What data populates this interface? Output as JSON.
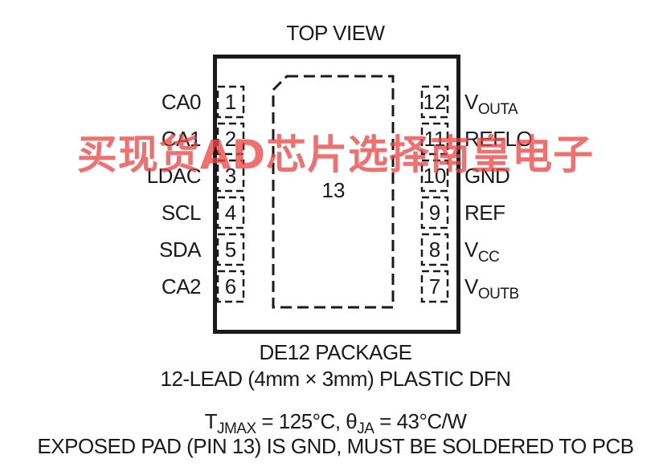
{
  "header": {
    "title": "TOP VIEW"
  },
  "package": {
    "exposed_pad_pin": "13",
    "left_pins": [
      {
        "number": "1",
        "label": "CA0"
      },
      {
        "number": "2",
        "label": "CA1"
      },
      {
        "number": "3",
        "label": "LDAC"
      },
      {
        "number": "4",
        "label": "SCL"
      },
      {
        "number": "5",
        "label": "SDA"
      },
      {
        "number": "6",
        "label": "CA2"
      }
    ],
    "right_pins": [
      {
        "number": "12",
        "label_main": "V",
        "label_sub": "OUTA"
      },
      {
        "number": "11",
        "label_main": "REFLO",
        "label_sub": ""
      },
      {
        "number": "10",
        "label_main": "GND",
        "label_sub": ""
      },
      {
        "number": "9",
        "label_main": "REF",
        "label_sub": ""
      },
      {
        "number": "8",
        "label_main": "V",
        "label_sub": "CC"
      },
      {
        "number": "7",
        "label_main": "V",
        "label_sub": "OUTB"
      }
    ]
  },
  "caption": {
    "package_name": "DE12 PACKAGE",
    "package_desc": "12-LEAD (4mm × 3mm) PLASTIC DFN",
    "thermal": {
      "t_main": "T",
      "t_sub": "JMAX",
      "t_value": " = 125°C, ",
      "theta_main": "θ",
      "theta_sub": "JA",
      "theta_value": " = 43°C/W"
    },
    "note": "EXPOSED PAD (PIN 13) IS GND, MUST BE SOLDERED TO PCB"
  },
  "watermark": {
    "text": "买现货AD芯片选择南皇电子",
    "color": "#ec4646"
  }
}
